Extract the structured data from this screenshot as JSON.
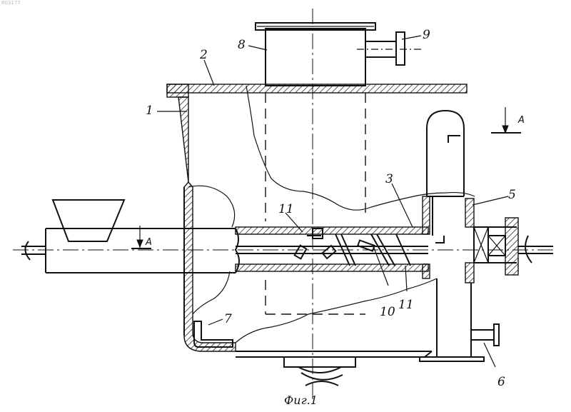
{
  "doc_number": "603177",
  "caption": "Фиг.1",
  "section_marker": "А",
  "labels": {
    "l1": "1",
    "l2": "2",
    "l3": "3",
    "l5": "5",
    "l6": "6",
    "l7": "7",
    "l8": "8",
    "l9": "9",
    "l10": "10",
    "l11_upper": "11",
    "l11_lower": "11"
  }
}
